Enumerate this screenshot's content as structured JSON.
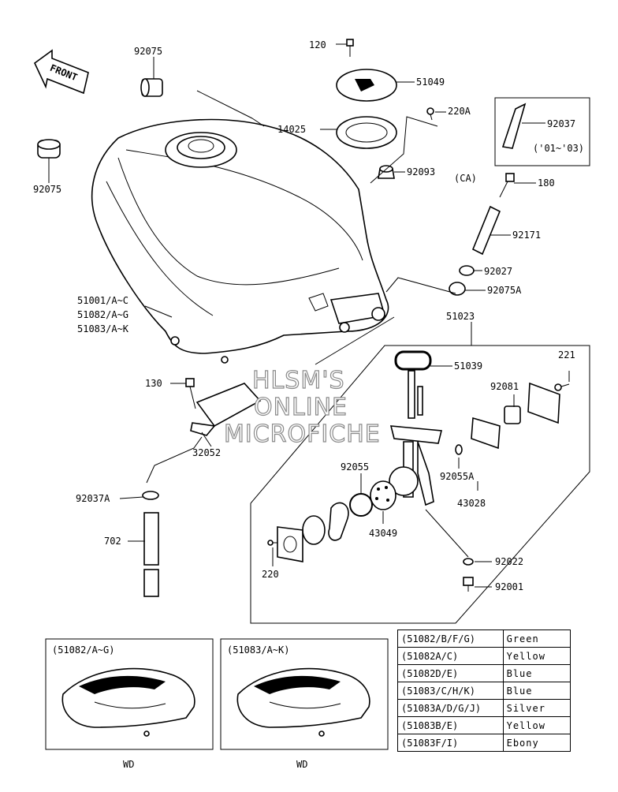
{
  "front_arrow": {
    "label": "FRONT"
  },
  "parts": {
    "p92075_top": "92075",
    "p92075_left": "92075",
    "p120": "120",
    "p51049": "51049",
    "p220A": "220A",
    "p14025": "14025",
    "p92093": "92093",
    "p92093_note": "(CA)",
    "p92037": "92037",
    "p92037_note": "('01~'03)",
    "p180": "180",
    "p92171": "92171",
    "p92027": "92027",
    "p92075A": "92075A",
    "p51023": "51023",
    "tank_line1": "51001/A~C",
    "tank_line2": "51082/A~G",
    "tank_line3": "51083/A~K",
    "p221": "221",
    "p51039": "51039",
    "p92081": "92081",
    "p130": "130",
    "p32052": "32052",
    "p92055": "92055",
    "p92055A": "92055A",
    "p43028": "43028",
    "p92037A": "92037A",
    "p43049": "43049",
    "p702": "702",
    "p220": "220",
    "p92022": "92022",
    "p92001": "92001"
  },
  "watermark": {
    "line1": "HLSM'S",
    "line2": "ONLINE",
    "line3": "MICROFICHE"
  },
  "insets": [
    {
      "title": "(51082/A~G)",
      "caption": "WD"
    },
    {
      "title": "(51083/A~K)",
      "caption": "WD"
    }
  ],
  "color_table": [
    {
      "code": "(51082/B/F/G)",
      "color": "Green"
    },
    {
      "code": "(51082A/C)",
      "color": "Yellow"
    },
    {
      "code": "(51082D/E)",
      "color": "Blue"
    },
    {
      "code": "(51083/C/H/K)",
      "color": "Blue"
    },
    {
      "code": "(51083A/D/G/J)",
      "color": "Silver"
    },
    {
      "code": "(51083B/E)",
      "color": "Yellow"
    },
    {
      "code": "(51083F/I)",
      "color": "Ebony"
    }
  ]
}
